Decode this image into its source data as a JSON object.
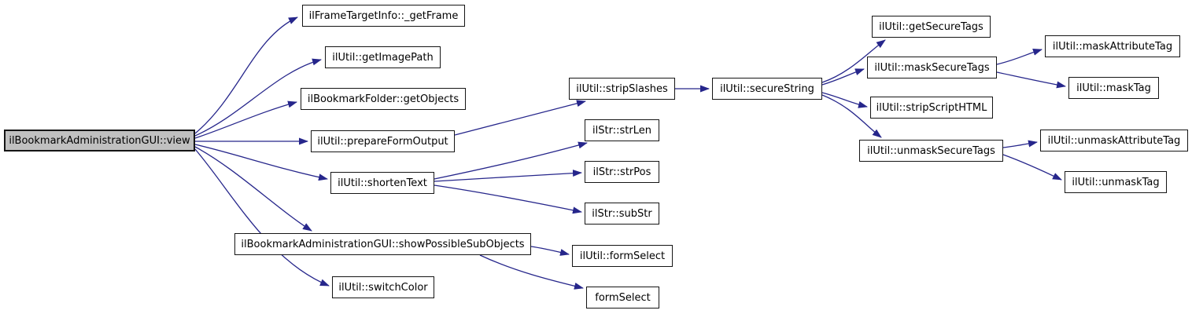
{
  "diagram": {
    "type": "call-graph",
    "tool_style": "doxygen",
    "colors": {
      "edge": "#26268b",
      "node_border": "#151515",
      "node_background": "#ffffff",
      "root_background": "#c0c0c0",
      "text": "#000000",
      "canvas": "#ffffff"
    }
  },
  "nodes": {
    "view": {
      "label": "ilBookmarkAdministrationGUI::view"
    },
    "getFrame": {
      "label": "ilFrameTargetInfo::_getFrame"
    },
    "getImagePath": {
      "label": "ilUtil::getImagePath"
    },
    "getObjects": {
      "label": "ilBookmarkFolder::getObjects"
    },
    "prepareFormOutput": {
      "label": "ilUtil::prepareFormOutput"
    },
    "shortenText": {
      "label": "ilUtil::shortenText"
    },
    "showPossibleSubObjects": {
      "label": "ilBookmarkAdministrationGUI::showPossibleSubObjects"
    },
    "switchColor": {
      "label": "ilUtil::switchColor"
    },
    "stripSlashes": {
      "label": "ilUtil::stripSlashes"
    },
    "strLen": {
      "label": "ilStr::strLen"
    },
    "strPos": {
      "label": "ilStr::strPos"
    },
    "subStr": {
      "label": "ilStr::subStr"
    },
    "formSelectUtil": {
      "label": "ilUtil::formSelect"
    },
    "formSelectGlobal": {
      "label": "formSelect"
    },
    "secureString": {
      "label": "ilUtil::secureString"
    },
    "getSecureTags": {
      "label": "ilUtil::getSecureTags"
    },
    "maskSecureTags": {
      "label": "ilUtil::maskSecureTags"
    },
    "stripScriptHTML": {
      "label": "ilUtil::stripScriptHTML"
    },
    "unmaskSecureTags": {
      "label": "ilUtil::unmaskSecureTags"
    },
    "maskAttributeTag": {
      "label": "ilUtil::maskAttributeTag"
    },
    "maskTag": {
      "label": "ilUtil::maskTag"
    },
    "unmaskAttributeTag": {
      "label": "ilUtil::unmaskAttributeTag"
    },
    "unmaskTag": {
      "label": "ilUtil::unmaskTag"
    }
  },
  "edges": [
    {
      "from": "ilBookmarkAdministrationGUI::view",
      "to": "ilFrameTargetInfo::_getFrame"
    },
    {
      "from": "ilBookmarkAdministrationGUI::view",
      "to": "ilUtil::getImagePath"
    },
    {
      "from": "ilBookmarkAdministrationGUI::view",
      "to": "ilBookmarkFolder::getObjects"
    },
    {
      "from": "ilBookmarkAdministrationGUI::view",
      "to": "ilUtil::prepareFormOutput"
    },
    {
      "from": "ilBookmarkAdministrationGUI::view",
      "to": "ilUtil::shortenText"
    },
    {
      "from": "ilBookmarkAdministrationGUI::view",
      "to": "ilBookmarkAdministrationGUI::showPossibleSubObjects"
    },
    {
      "from": "ilBookmarkAdministrationGUI::view",
      "to": "ilUtil::switchColor"
    },
    {
      "from": "ilUtil::prepareFormOutput",
      "to": "ilUtil::stripSlashes"
    },
    {
      "from": "ilUtil::shortenText",
      "to": "ilStr::strLen"
    },
    {
      "from": "ilUtil::shortenText",
      "to": "ilStr::strPos"
    },
    {
      "from": "ilUtil::shortenText",
      "to": "ilStr::subStr"
    },
    {
      "from": "ilBookmarkAdministrationGUI::showPossibleSubObjects",
      "to": "ilUtil::formSelect"
    },
    {
      "from": "ilBookmarkAdministrationGUI::showPossibleSubObjects",
      "to": "formSelect"
    },
    {
      "from": "ilUtil::stripSlashes",
      "to": "ilUtil::secureString"
    },
    {
      "from": "ilUtil::secureString",
      "to": "ilUtil::getSecureTags"
    },
    {
      "from": "ilUtil::secureString",
      "to": "ilUtil::maskSecureTags"
    },
    {
      "from": "ilUtil::secureString",
      "to": "ilUtil::stripScriptHTML"
    },
    {
      "from": "ilUtil::secureString",
      "to": "ilUtil::unmaskSecureTags"
    },
    {
      "from": "ilUtil::maskSecureTags",
      "to": "ilUtil::maskAttributeTag"
    },
    {
      "from": "ilUtil::maskSecureTags",
      "to": "ilUtil::maskTag"
    },
    {
      "from": "ilUtil::unmaskSecureTags",
      "to": "ilUtil::unmaskAttributeTag"
    },
    {
      "from": "ilUtil::unmaskSecureTags",
      "to": "ilUtil::unmaskTag"
    }
  ]
}
